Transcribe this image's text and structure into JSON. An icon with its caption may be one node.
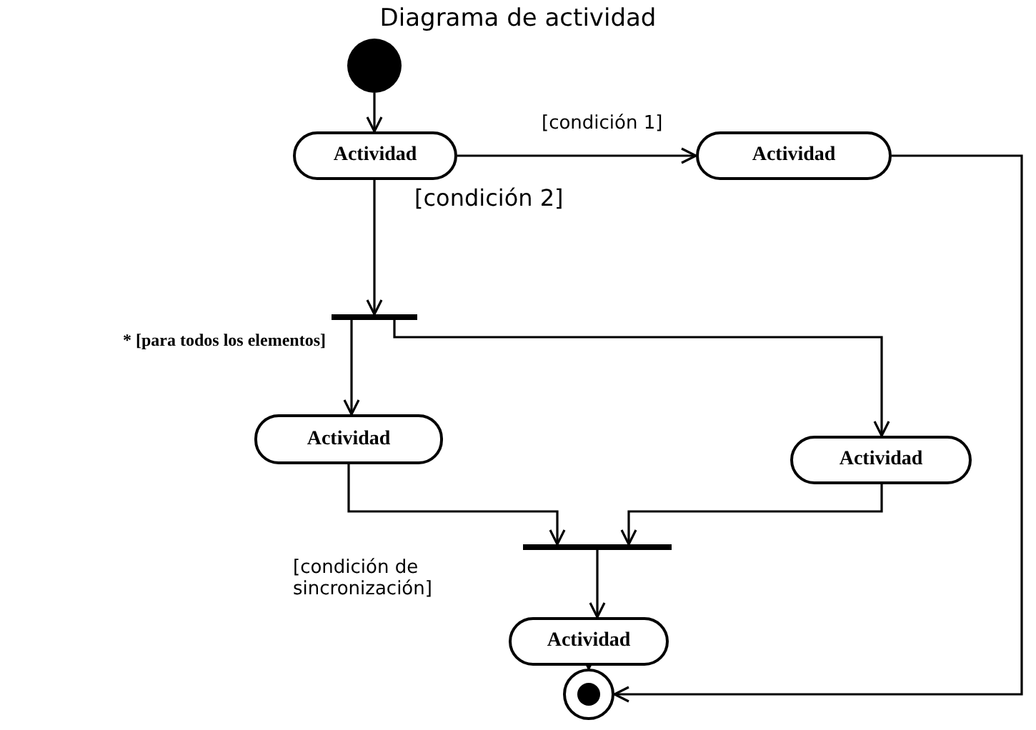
{
  "diagram": {
    "title": "Diagrama de actividad",
    "nodes": [
      {
        "text": [],
        "shape": "circle"
      },
      {
        "text": [
          "Actividad"
        ]
      },
      {
        "text": [
          "Actividad"
        ]
      },
      {
        "text": [],
        "shape": "bar"
      },
      {
        "text": [
          "Actividad"
        ]
      },
      {
        "text": [
          "Actividad"
        ]
      },
      {
        "text": [],
        "shape": "bar"
      },
      {
        "text": [
          "Actividad"
        ]
      },
      {
        "text": [],
        "shape": "bullseye"
      }
    ],
    "edges": [
      {
        "from": 0,
        "to": 1,
        "arrow": "to"
      },
      {
        "from": 1,
        "to": 2,
        "arrow": "to",
        "label": "[condición 1]"
      },
      {
        "from": 1,
        "to": 3,
        "arrow": "to",
        "label": "[condición 2]"
      },
      {
        "from": 3,
        "to": 4,
        "arrow": "to",
        "label": "* [para todos los elementos]"
      },
      {
        "from": 3,
        "to": 5,
        "arrow": "to"
      },
      {
        "from": 4,
        "to": 6,
        "arrow": "to",
        "label": "[condición de sincronización]"
      },
      {
        "from": 5,
        "to": 6,
        "arrow": "to"
      },
      {
        "from": 6,
        "to": 7,
        "arrow": "to"
      },
      {
        "from": 7,
        "to": 8,
        "arrow": "to"
      },
      {
        "from": 2,
        "to": 8,
        "arrow": "to"
      }
    ]
  }
}
